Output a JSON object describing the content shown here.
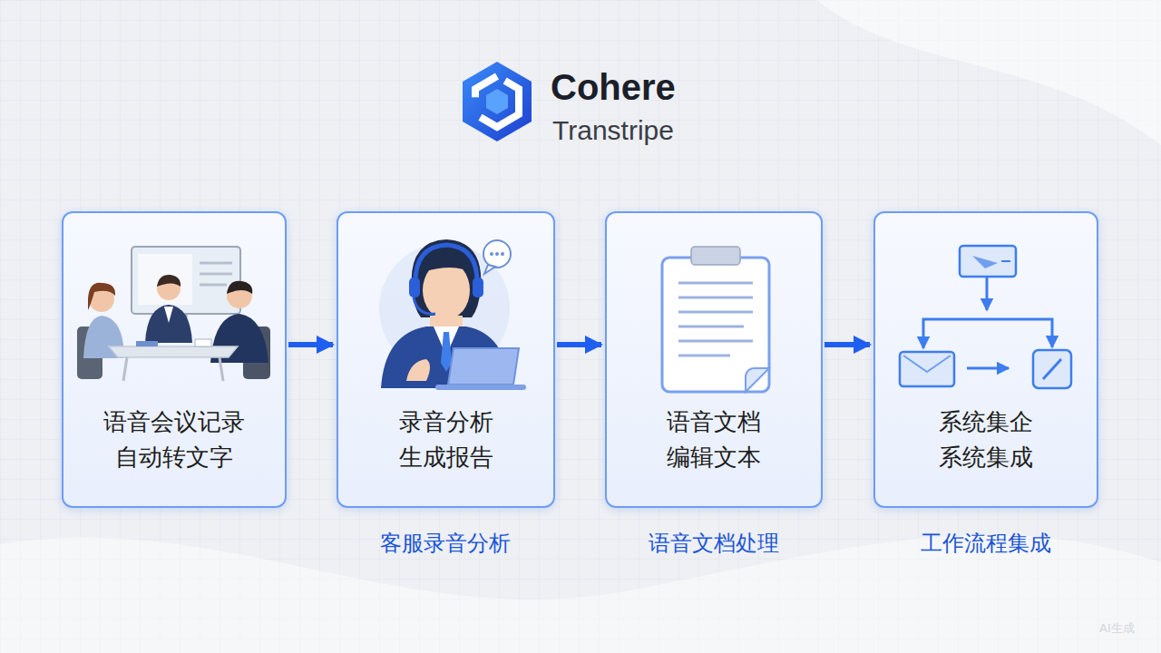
{
  "diagram": {
    "title": "Cohere",
    "nodes": [
      {
        "text": [
          "语音会议记录 自动转文字"
        ]
      },
      {
        "text": [
          "录音分析 生成报告"
        ]
      },
      {
        "text": [
          "语音文档 编辑文本"
        ]
      },
      {
        "text": [
          "系统集企 系统集成"
        ]
      }
    ],
    "edges": [
      {
        "from": 0,
        "to": 1,
        "arrow": "to"
      },
      {
        "from": 1,
        "to": 2,
        "arrow": "to"
      },
      {
        "from": 2,
        "to": 3,
        "arrow": "to"
      }
    ],
    "labels": [
      "Transtripe",
      "客服录音分析",
      "语音文档处理",
      "工作流程集成",
      "AI生成"
    ]
  }
}
